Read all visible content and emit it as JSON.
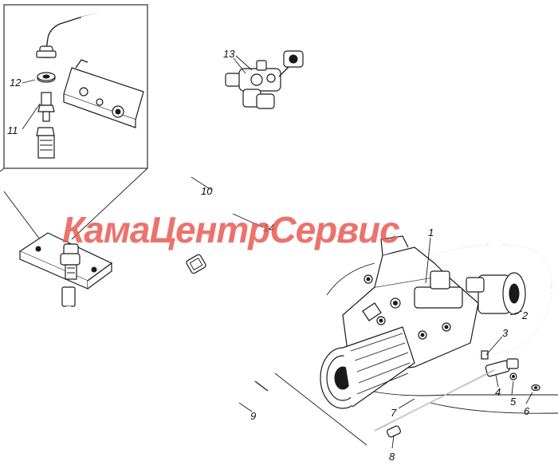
{
  "watermark": {
    "text": "КамаЦентрСервис",
    "color": "#e85b52"
  },
  "callouts": [
    "1",
    "2",
    "3",
    "4",
    "5",
    "6",
    "7",
    "8",
    "9",
    "10",
    "11",
    "12",
    "13",
    "14"
  ],
  "icons": {
    "inset": "detail-inset-frame",
    "unit": "transfer-case-assembly"
  }
}
